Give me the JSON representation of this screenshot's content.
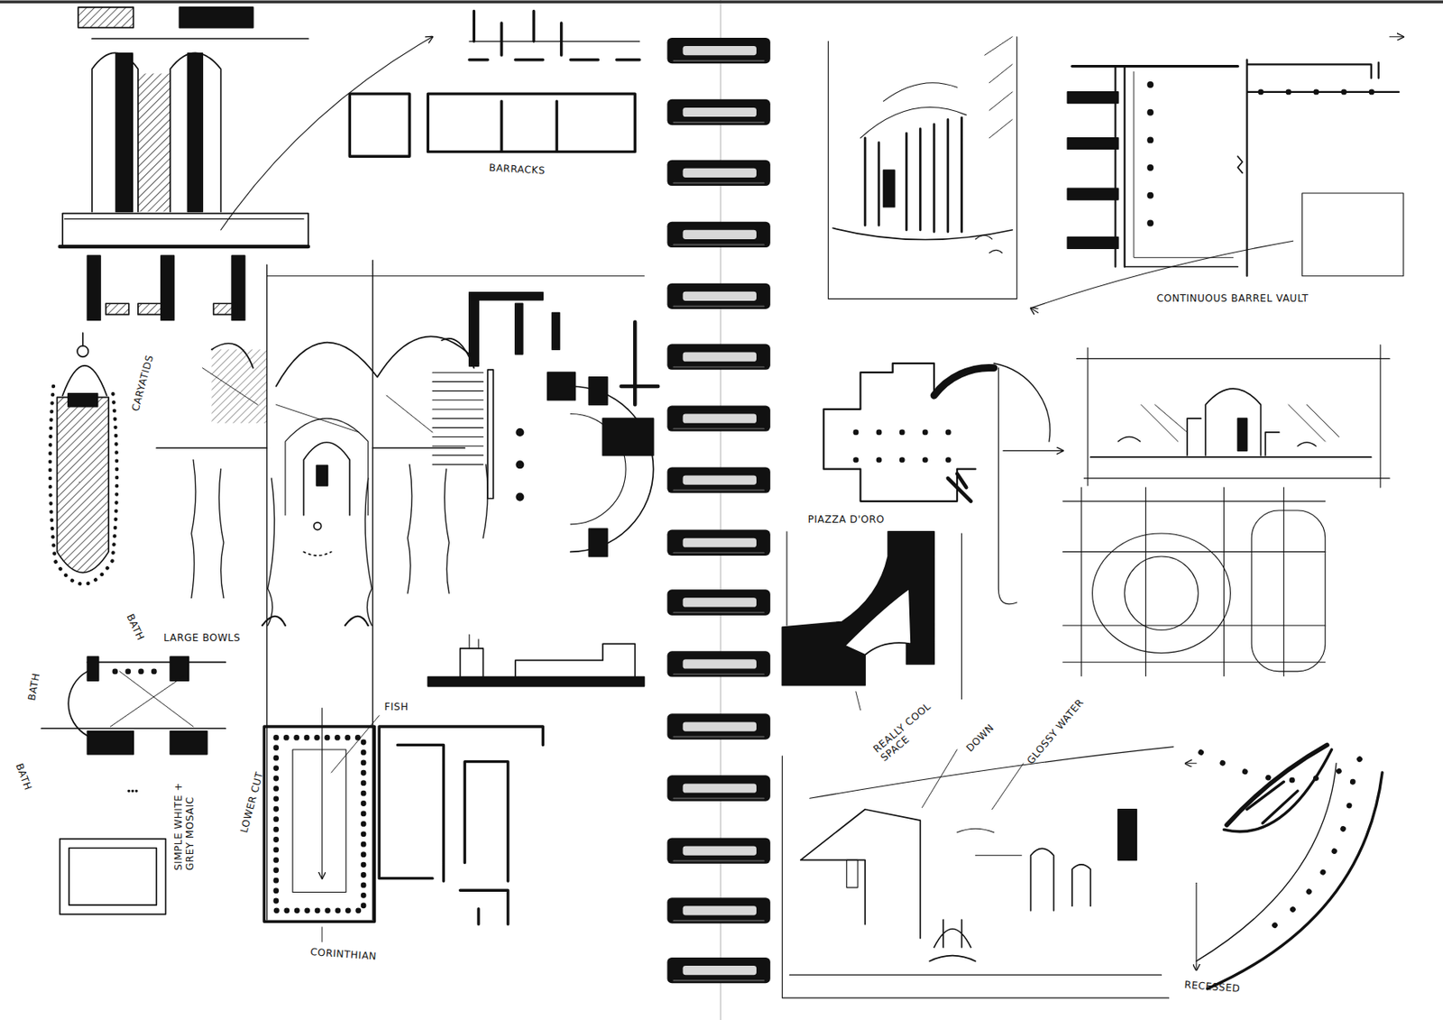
{
  "diagram": {
    "labels": [
      "BARRACKS",
      "CARYATIDS",
      "BATH",
      "BATH",
      "LARGE BOWLS",
      "BATH",
      "SIMPLE WHITE + GREY MOSAIC",
      "LOWER CUT",
      "FISH",
      "CORINTHIAN",
      "CONTINUOUS BARREL VAULT",
      "PIAZZA D'ORO",
      "REALLY COOL SPACE",
      "DOWN",
      "GLOSSY WATER",
      "RECESSED"
    ]
  }
}
